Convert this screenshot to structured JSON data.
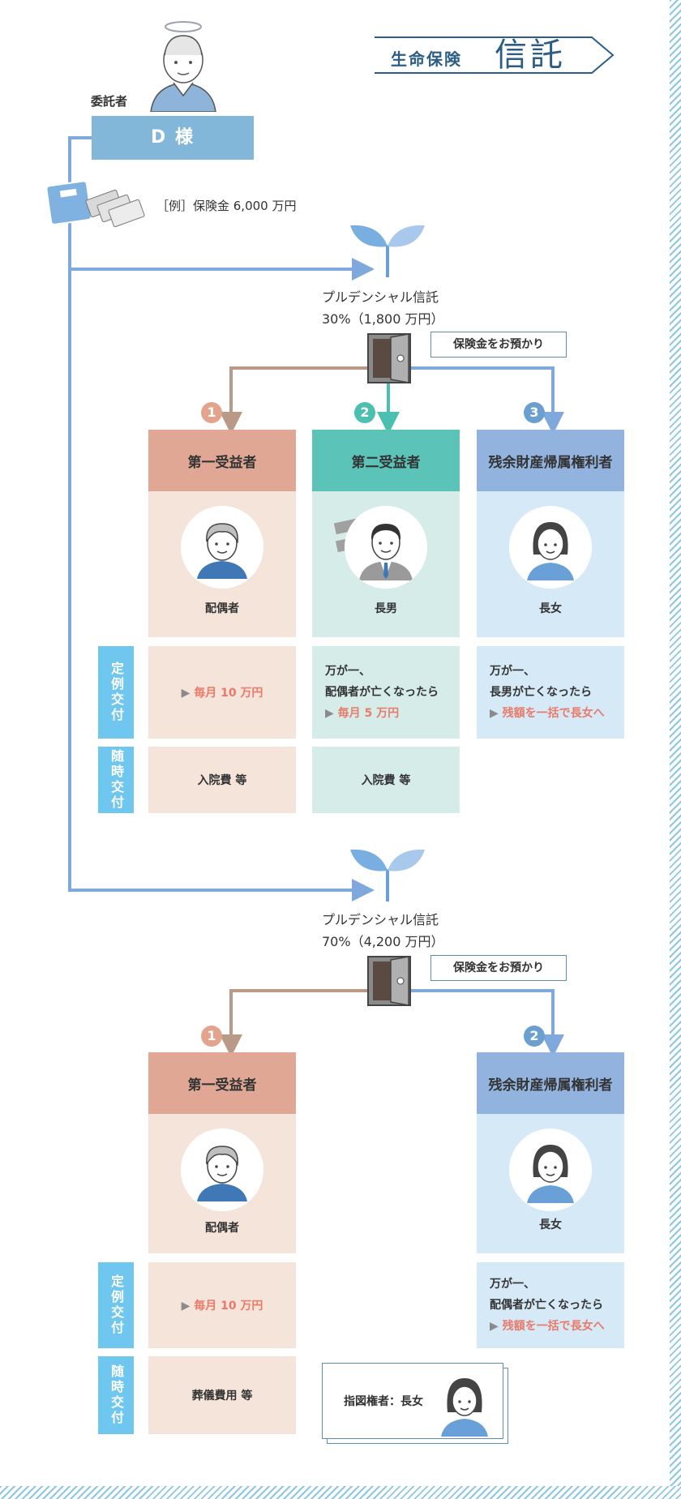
{
  "title": {
    "small": "生命保険",
    "big": "信託"
  },
  "settlor": {
    "role": "委託者",
    "name": "D 様"
  },
  "example": "［例］保険金 6,000 万円",
  "bubble": "保険金をお預かり",
  "trust1": {
    "name": "プルデンシャル信託",
    "share": "30%（1,800 万円）",
    "columns": [
      {
        "num": "1",
        "head": "第一受益者",
        "who": "配偶者"
      },
      {
        "num": "2",
        "head": "第二受益者",
        "who": "長男"
      },
      {
        "num": "3",
        "head": "残余財産帰属権利者",
        "who": "長女"
      }
    ],
    "regular_tag": "定例交付",
    "anytime_tag": "随時交付",
    "regular": [
      {
        "line1": "",
        "line2": "",
        "highlight": "毎月 10 万円"
      },
      {
        "line1": "万が一、",
        "line2": "配偶者が亡くなったら",
        "highlight": "毎月 5 万円"
      },
      {
        "line1": "万が一、",
        "line2": "長男が亡くなったら",
        "highlight": "残額を一括で長女へ"
      }
    ],
    "anytime": [
      "入院費 等",
      "入院費 等"
    ]
  },
  "trust2": {
    "name": "プルデンシャル信託",
    "share": "70%（4,200 万円）",
    "columns": [
      {
        "num": "1",
        "head": "第一受益者",
        "who": "配偶者"
      },
      {
        "num": "2",
        "head": "残余財産帰属権利者",
        "who": "長女"
      }
    ],
    "regular_tag": "定例交付",
    "anytime_tag": "随時交付",
    "regular": [
      {
        "highlight": "毎月 10 万円"
      },
      {
        "line1": "万が一、",
        "line2": "配偶者が亡くなったら",
        "highlight": "残額を一括で長女へ"
      }
    ],
    "anytime": [
      "葬儀費用 等"
    ],
    "designate": "指図権者：長女"
  },
  "colors": {
    "salmon_head": "#e0a894",
    "salmon_body": "#f5e4da",
    "teal_head": "#5cc3b8",
    "teal_body": "#d5ece9",
    "blue_head": "#92b3dd",
    "blue_body": "#d6e9f6",
    "line_blue": "#7fa8dc",
    "line_brown": "#b89a86",
    "line_teal": "#4cc0b0",
    "num_salmon": "#e3a48d",
    "num_teal": "#4cc0b0",
    "num_blue": "#6a9fd0"
  }
}
